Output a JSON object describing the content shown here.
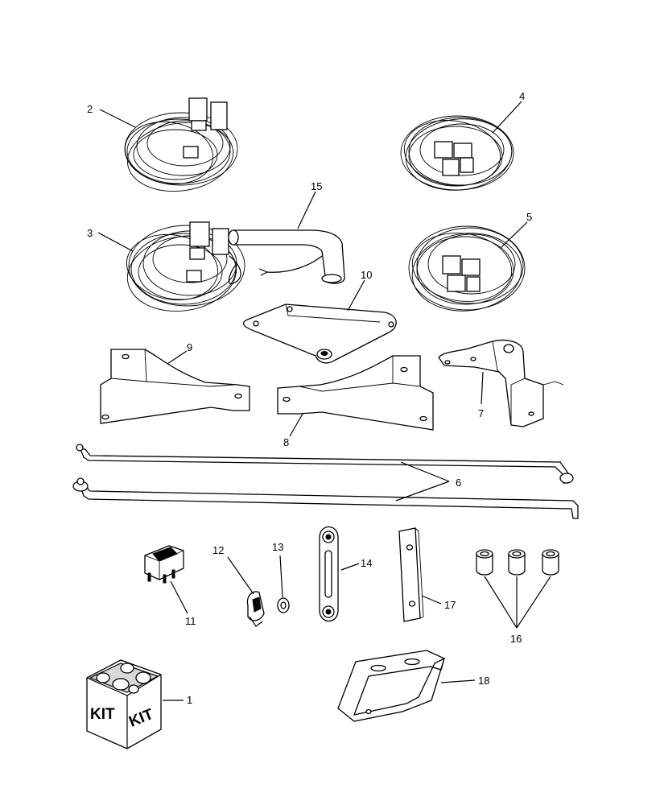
{
  "callouts": {
    "c1": "1",
    "c2": "2",
    "c3": "3",
    "c4": "4",
    "c5": "5",
    "c6": "6",
    "c7": "7",
    "c8": "8",
    "c9": "9",
    "c10": "10",
    "c11": "11",
    "c12": "12",
    "c13": "13",
    "c14": "14",
    "c15": "15",
    "c16": "16",
    "c17": "17",
    "c18": "18"
  },
  "kit_box": {
    "label_front": "KIT",
    "label_side": "KIT"
  }
}
